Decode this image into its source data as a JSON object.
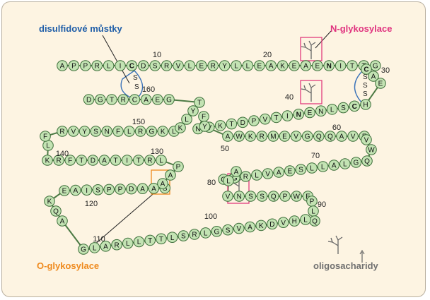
{
  "labels": {
    "disulfide": "disulfidové můstky",
    "n_glycosylation": "N-glykosylace",
    "o_glycosylation": "O-glykosylace",
    "oligosaccharides": "oligosacharidy"
  },
  "rows": [
    {
      "dir": "right",
      "residues": "APPRLICDSRVLERYLLEAKEAENITTG"
    },
    {
      "dir": "turn",
      "residues": "CAE"
    },
    {
      "dir": "left",
      "residues": "HCSLNENITVPDTKVN"
    },
    {
      "dir": "turn",
      "residues": "FY"
    },
    {
      "dir": "right",
      "residues": "AWKRMEVGQQAVE"
    },
    {
      "dir": "turn",
      "residues": "VW"
    },
    {
      "dir": "left",
      "residues": "QGLALLSEAVLRGQ"
    },
    {
      "dir": "turn",
      "residues": "AL"
    },
    {
      "dir": "right",
      "residues": "VNSSQPWE"
    },
    {
      "dir": "turn",
      "residues": "PLQ"
    },
    {
      "dir": "left",
      "residues": "LHVDKAVSGLRSLTTLLRALG"
    },
    {
      "dir": "turn",
      "residues": "AQK"
    },
    {
      "dir": "right",
      "residues": "EAISPPDAAS"
    },
    {
      "dir": "turn",
      "residues": "AAP"
    },
    {
      "dir": "left",
      "residues": "LRTITADTFRK"
    },
    {
      "dir": "turn",
      "residues": "LF"
    },
    {
      "dir": "right",
      "residues": "RVYSNFLRGKL"
    },
    {
      "dir": "turn",
      "residues": "KLYT"
    },
    {
      "dir": "left",
      "residues": "GEACRTGD"
    }
  ],
  "highlighted_residues": [
    "C7",
    "C33",
    "N24",
    "N38",
    "C29",
    "C161",
    "S126",
    "N83"
  ],
  "position_numbers": [
    "10",
    "20",
    "30",
    "40",
    "50",
    "60",
    "70",
    "80",
    "90",
    "100",
    "110",
    "120",
    "130",
    "140",
    "150",
    "160"
  ],
  "colors": {
    "bead_fill": "#c3e3b3",
    "bead_stroke": "#3d6e3a",
    "backbone": "#4c7a44",
    "disulfide_arc": "#3b73b9",
    "n_glyco_box": "#e23b7c",
    "o_glyco_box": "#ef8a1e",
    "oligosaccharide": "#666666",
    "background": "#fdf4e2"
  },
  "icons": [
    "oligosaccharide-tree-icon",
    "legend-arrow-icon"
  ]
}
